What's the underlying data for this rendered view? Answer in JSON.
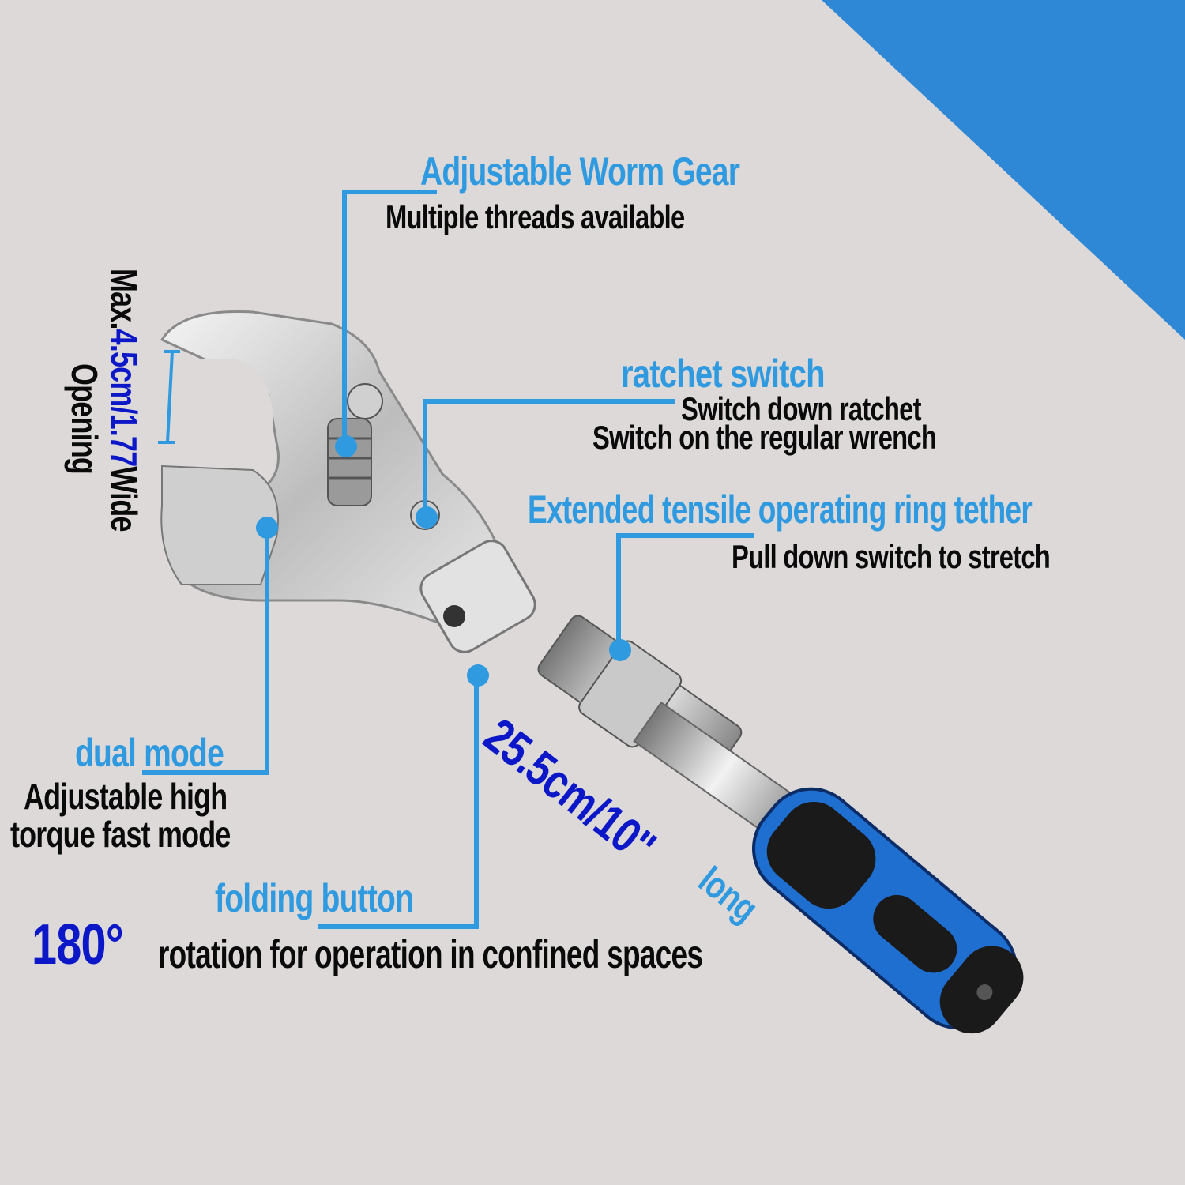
{
  "background": {
    "base_color": "#dcd9d8",
    "corner_color": "#2e88d6"
  },
  "callouts": {
    "worm_gear": {
      "title": "Adjustable Worm Gear",
      "subtitle": "Multiple threads available"
    },
    "opening": {
      "prefix": "Max.",
      "value": "4.5cm/1.77",
      "suffix": "Wide",
      "line2": "Opening"
    },
    "ratchet_switch": {
      "title": "ratchet switch",
      "line1": "Switch down ratchet",
      "line2": "Switch on the regular wrench"
    },
    "tether": {
      "title": "Extended tensile operating ring tether",
      "subtitle": "Pull down switch to stretch"
    },
    "dual_mode": {
      "title": "dual mode",
      "line1": "Adjustable high",
      "line2": "torque fast mode"
    },
    "folding_button": {
      "title": "folding button"
    },
    "rotation": {
      "degrees": "180°",
      "text": "rotation for operation in confined spaces"
    },
    "length": {
      "value": "25.5cm/10\"",
      "suffix": "long"
    }
  },
  "colors": {
    "accent": "#2f9ae0",
    "highlight": "#0c18c8",
    "text": "#0a0a0a"
  }
}
